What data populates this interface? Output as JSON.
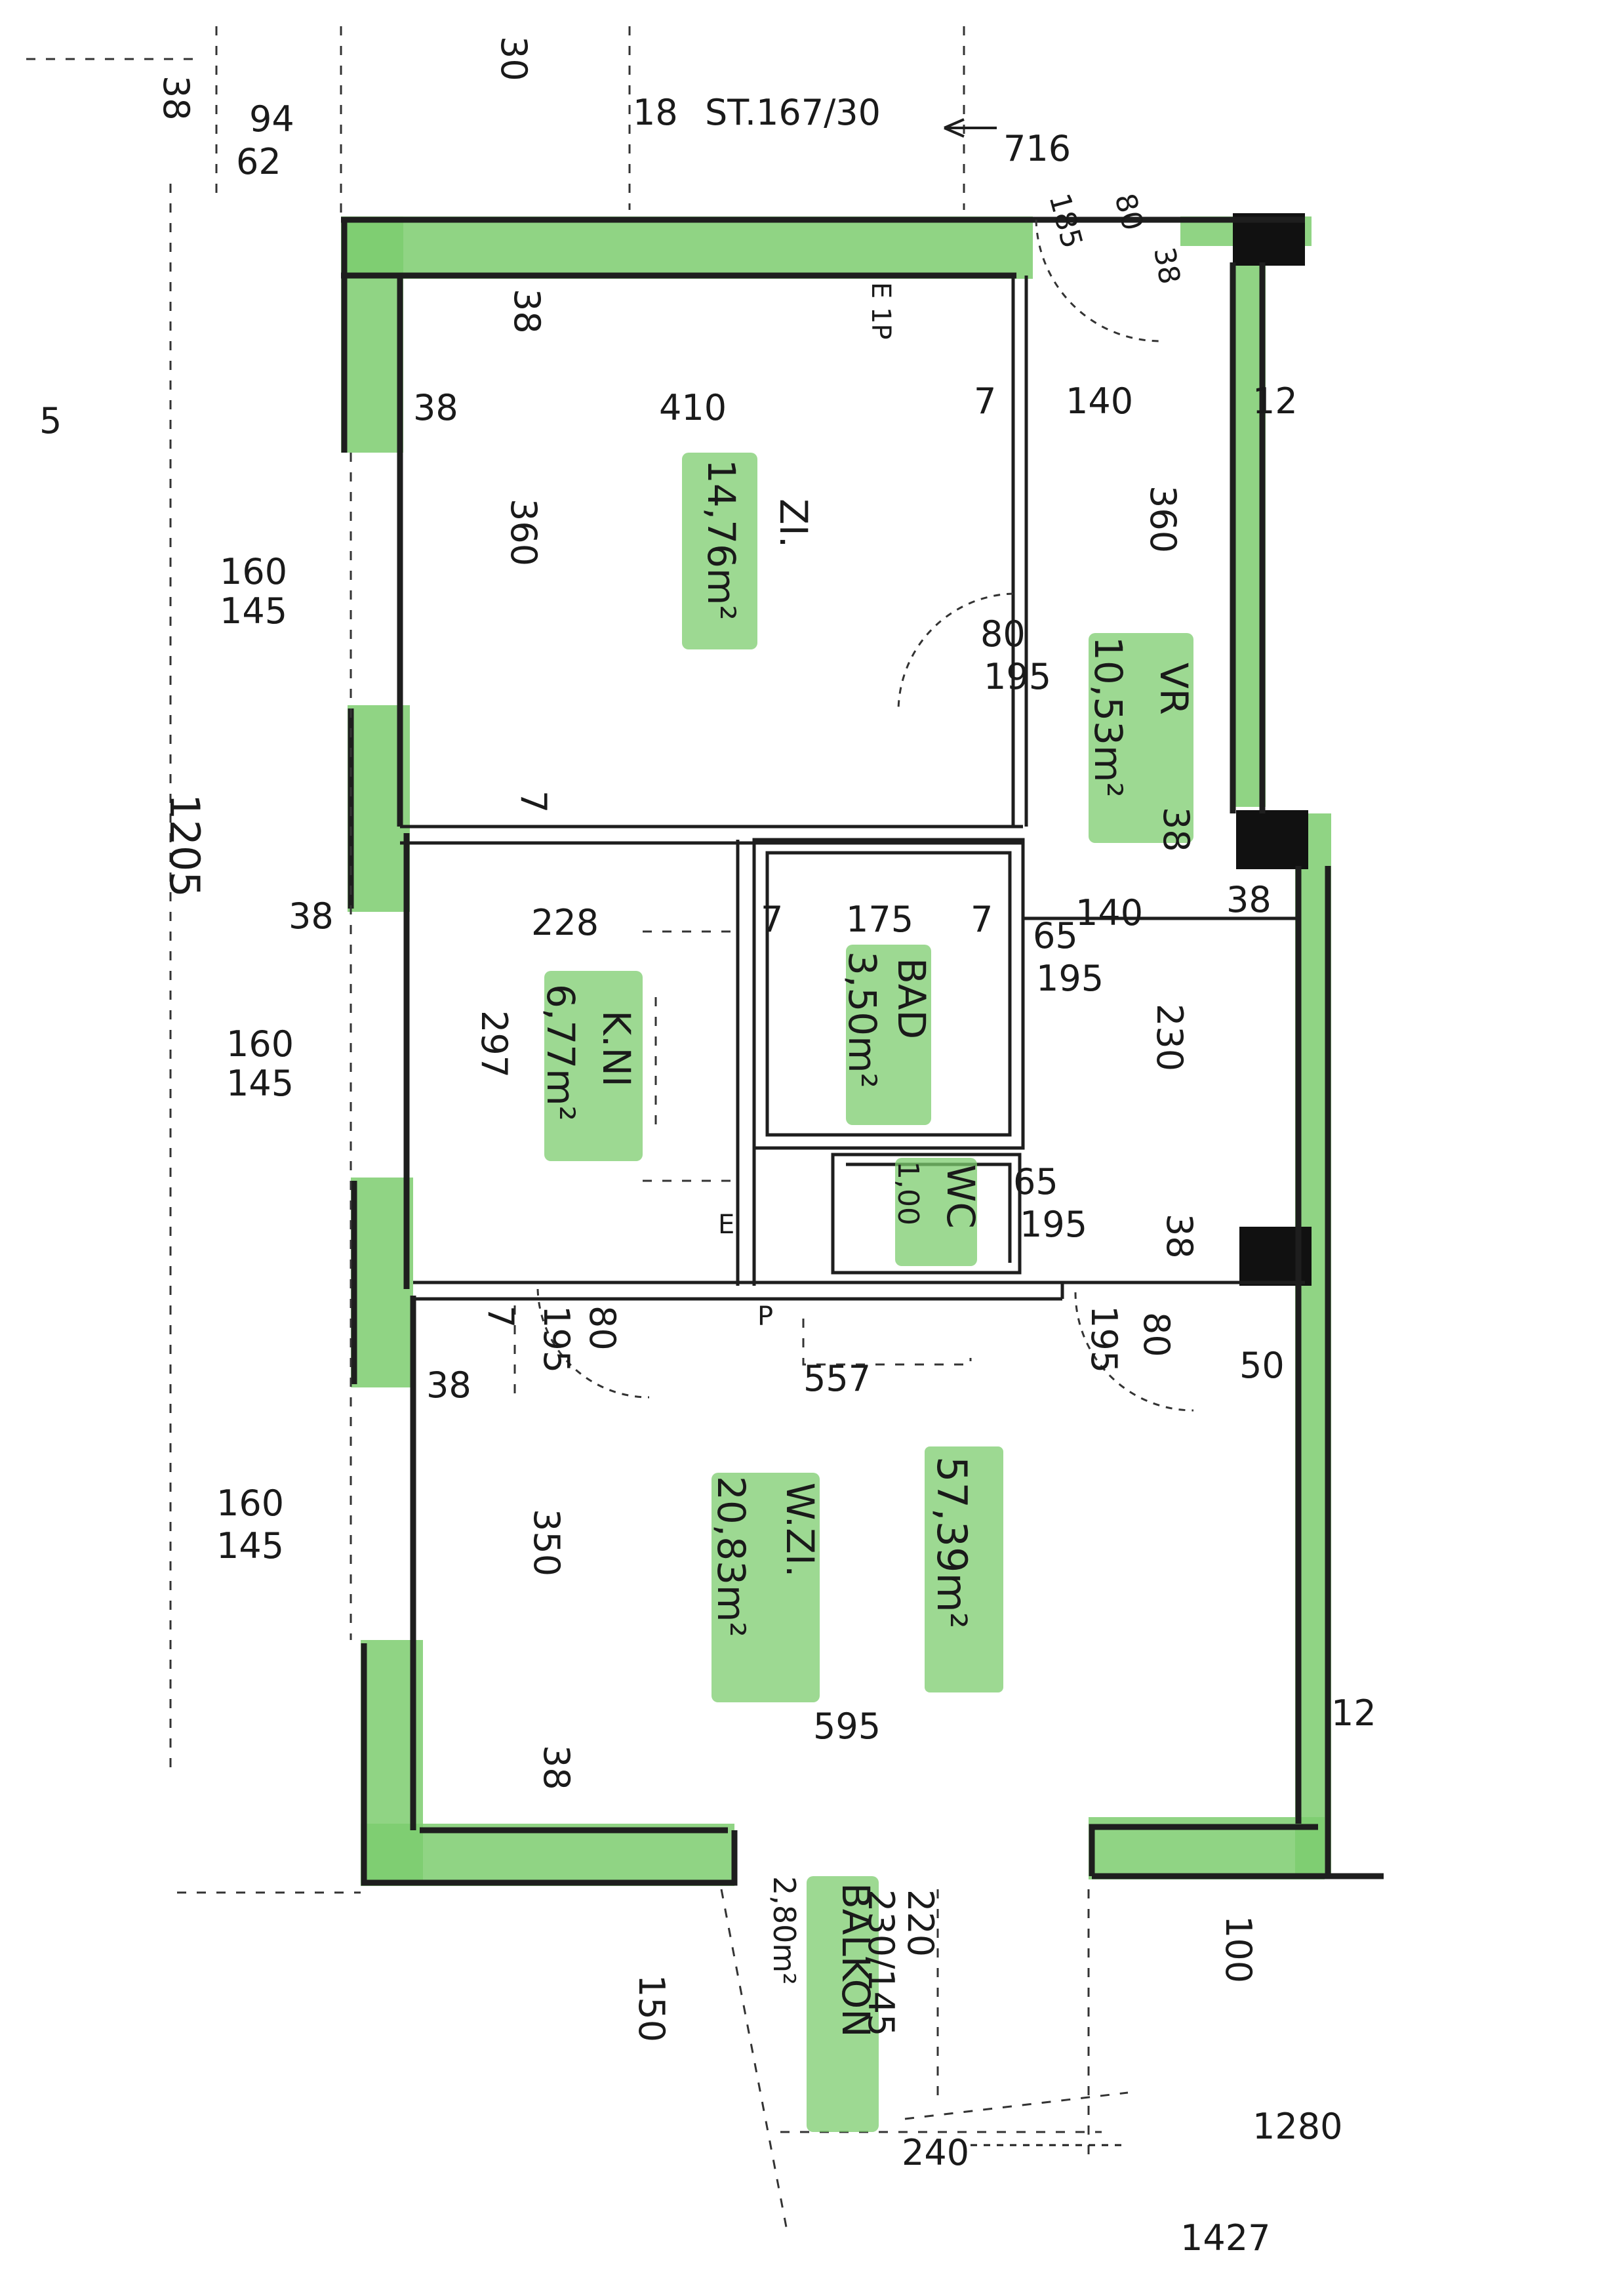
{
  "plan": {
    "top_labels": {
      "parcel": "ST.167/30",
      "parcel_prefix": "18",
      "dim_30": "30",
      "dim_716": "716",
      "dim_38_left": "38",
      "dim_94": "94",
      "dim_62": "62",
      "dim_185": "185",
      "dim_80_top": "80",
      "dim_38_top": "38"
    },
    "left_labels": {
      "dim_5": "5",
      "dim_1205": "1205",
      "win1_a": "160",
      "win1_b": "145",
      "win2_a": "160",
      "win2_b": "145",
      "win3_a": "160",
      "win3_b": "145"
    },
    "rooms": {
      "zi": {
        "name": "ZI.",
        "area": "14,76m²",
        "w": "410",
        "h": "360"
      },
      "vr": {
        "name": "VR",
        "area": "10,53m²",
        "w": "140",
        "h": "360"
      },
      "kn": {
        "name": "K.NI",
        "area": "6,77m²",
        "w": "228",
        "h": "297"
      },
      "bad": {
        "name": "BAD",
        "area": "3,50m²",
        "w": "175"
      },
      "wc": {
        "name": "WC",
        "area": "1,00"
      },
      "wzi": {
        "name": "W.ZI.",
        "area": "20,83m²",
        "w": "595",
        "h": "350",
        "w2": "557"
      },
      "balkon": {
        "name": "BALKON",
        "area": "2,80m²"
      }
    },
    "total": "57,39m²",
    "misc_dims": {
      "d38_a": "38",
      "d38_b": "38",
      "d38_c": "38",
      "d38_d": "38",
      "d38_e": "38",
      "d38_f": "38",
      "d38_g": "38",
      "d38_h": "38",
      "d7_a": "7",
      "d7_b": "7",
      "d7_c": "7",
      "d7_d": "7",
      "d7_e": "7",
      "d12_a": "12",
      "d12_b": "12",
      "d80_a": "80",
      "d195_a": "195",
      "d65_a": "65",
      "d195_b": "195",
      "d65_b": "65",
      "d195_c": "195",
      "d80_b": "80",
      "d195_d": "195",
      "d80_c": "80",
      "d195_e": "195",
      "d50": "50",
      "d230": "230",
      "d140_b": "140",
      "d220": "220",
      "d230_145": "230/145",
      "d100": "100",
      "d150": "150",
      "d240": "240",
      "d1280": "1280",
      "d1427": "1427",
      "e_mark": "E",
      "p_mark": "P",
      "ip_mark": "E 1P"
    },
    "colors": {
      "wall_highlight": "#7ccc6e",
      "ink": "#1e1e1e"
    }
  }
}
